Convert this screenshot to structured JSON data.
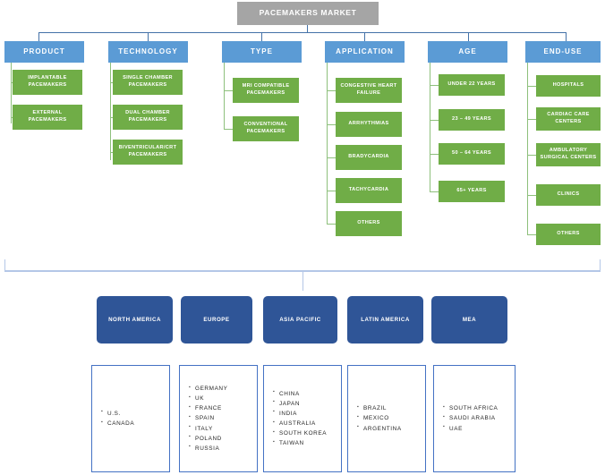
{
  "diagram": {
    "root": {
      "label": "PACEMAKERS MARKET"
    },
    "segments": [
      {
        "id": "product",
        "header": "PRODUCT",
        "items": [
          "IMPLANTABLE PACEMAKERS",
          "EXTERNAL PACEMAKERS"
        ]
      },
      {
        "id": "technology",
        "header": "TECHNOLOGY",
        "items": [
          "SINGLE CHAMBER PACEMAKERS",
          "DUAL CHAMBER PACEMAKERS",
          "BIVENTRICULAR/CRT PACEMAKERS"
        ]
      },
      {
        "id": "type",
        "header": "TYPE",
        "items": [
          "MRI COMPATIBLE PACEMAKERS",
          "CONVENTIONAL PACEMAKERS"
        ]
      },
      {
        "id": "application",
        "header": "APPLICATION",
        "items": [
          "CONGESTIVE HEART FAILURE",
          "ARRHYTHMIAS",
          "BRADYCARDIA",
          "TACHYCARDIA",
          "OTHERS"
        ]
      },
      {
        "id": "age",
        "header": "AGE",
        "items": [
          "UNDER 22 YEARS",
          "23 – 49 YEARS",
          "50 – 64 YEARS",
          "65+ YEARS"
        ]
      },
      {
        "id": "end-use",
        "header": "END-USE",
        "items": [
          "HOSPITALS",
          "CARDIAC CARE CENTERS",
          "AMBULATORY SURGICAL CENTERS",
          "CLINICS",
          "OTHERS"
        ]
      }
    ],
    "regions": [
      {
        "id": "north-america",
        "label": "NORTH AMERICA",
        "countries": [
          "U.S.",
          "CANADA"
        ]
      },
      {
        "id": "europe",
        "label": "EUROPE",
        "countries": [
          "GERMANY",
          "UK",
          "FRANCE",
          "SPAIN",
          "ITALY",
          "POLAND",
          "RUSSIA"
        ]
      },
      {
        "id": "asia-pacific",
        "label": "ASIA PACIFIC",
        "countries": [
          "CHINA",
          "JAPAN",
          "INDIA",
          "AUSTRALIA",
          "SOUTH KOREA",
          "TAIWAN"
        ]
      },
      {
        "id": "latin-america",
        "label": "LATIN AMERICA",
        "countries": [
          "BRAZIL",
          "MEXICO",
          "ARGENTINA"
        ]
      },
      {
        "id": "mea",
        "label": "MEA",
        "countries": [
          "SOUTH AFRICA",
          "SAUDI ARABIA",
          "UAE"
        ]
      }
    ],
    "colors": {
      "root": "#a5a5a5",
      "segment_header": "#5b9bd5",
      "leaf": "#70ad47",
      "region_tile": "#2f5597",
      "region_panel_border": "#4472c4",
      "connector_light": "#b4c7e7",
      "connector_green": "#8ec07c"
    }
  }
}
